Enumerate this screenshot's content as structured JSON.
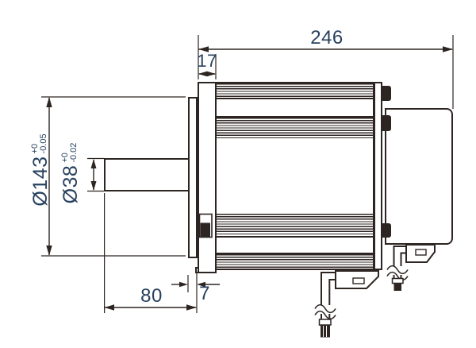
{
  "drawing": {
    "title": "motor-side-view-technical-drawing",
    "colors": {
      "line": "#2d2522",
      "dimension_text": "#27415f",
      "background": "#ffffff"
    },
    "dimensions": {
      "overall_length": "246",
      "front_housing_width": "17",
      "flange_diameter": "Ø143",
      "flange_diameter_tol_plus": "+0",
      "flange_diameter_tol_minus": "-0.05",
      "shaft_diameter": "Ø38",
      "shaft_diameter_tol_plus": "+0",
      "shaft_diameter_tol_minus": "-0.02",
      "shaft_length": "80",
      "flange_thickness": "7"
    }
  }
}
